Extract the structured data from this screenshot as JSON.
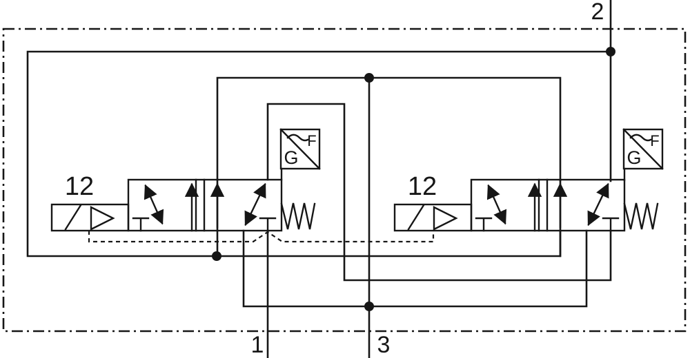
{
  "diagram": {
    "kind": "pneumatic-valve-circuit",
    "background_color": "#ffffff",
    "line_color": "#161616",
    "ports": {
      "supply_top": {
        "label": "2",
        "position": "top-right"
      },
      "bottom_left": {
        "label": "1",
        "position": "bottom-center-left"
      },
      "bottom_right": {
        "label": "3",
        "position": "bottom-center-right"
      }
    },
    "valves": [
      {
        "id": "valve-left",
        "pilot_port_label": "12",
        "flow_control_box": {
          "letter_main": "G",
          "letter_secondary": "F"
        }
      },
      {
        "id": "valve-right",
        "pilot_port_label": "12",
        "flow_control_box": {
          "letter_main": "G",
          "letter_secondary": "F"
        }
      }
    ]
  }
}
